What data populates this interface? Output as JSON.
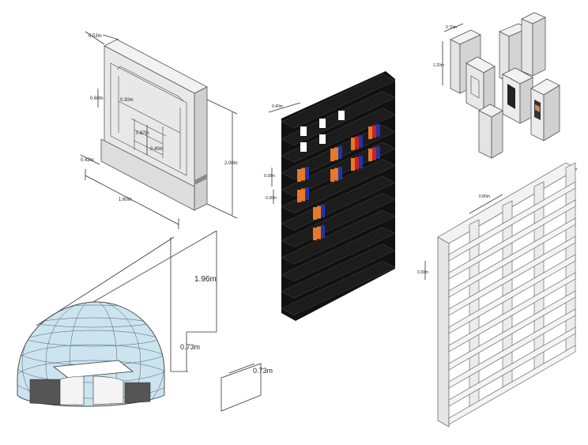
{
  "colors": {
    "grey_face": "#e6e6e6",
    "grey_top": "#f2f2f2",
    "grey_side": "#cfcfcf",
    "black": "#111111",
    "book_orange": "#e8782a",
    "book_blue": "#2233aa",
    "book_red": "#cc2222",
    "dome": "#b9dbe8"
  },
  "cabinet": {
    "dims": {
      "depth": "0.53m",
      "shelf_gap": "0.60m",
      "inner_top": "0.30m",
      "mid1": "0.87m",
      "mid2": "0.40m",
      "plinth": "0.42m",
      "width": "1.60m",
      "height": "2.00m"
    }
  },
  "black_shelf": {
    "dims": {
      "top": "0.40m",
      "mid": "0.30m",
      "small": "0.30m"
    }
  },
  "panels": {
    "dims": {
      "width": "0.70m",
      "height": "1.20m"
    }
  },
  "lattice": {
    "dims": {
      "width": "0.80m",
      "rise": "0.30m"
    }
  },
  "dome": {
    "dims": {
      "height": "1.96m",
      "base": "0.73m"
    }
  },
  "sheet": {
    "dims": {
      "height": "0.73m"
    }
  }
}
